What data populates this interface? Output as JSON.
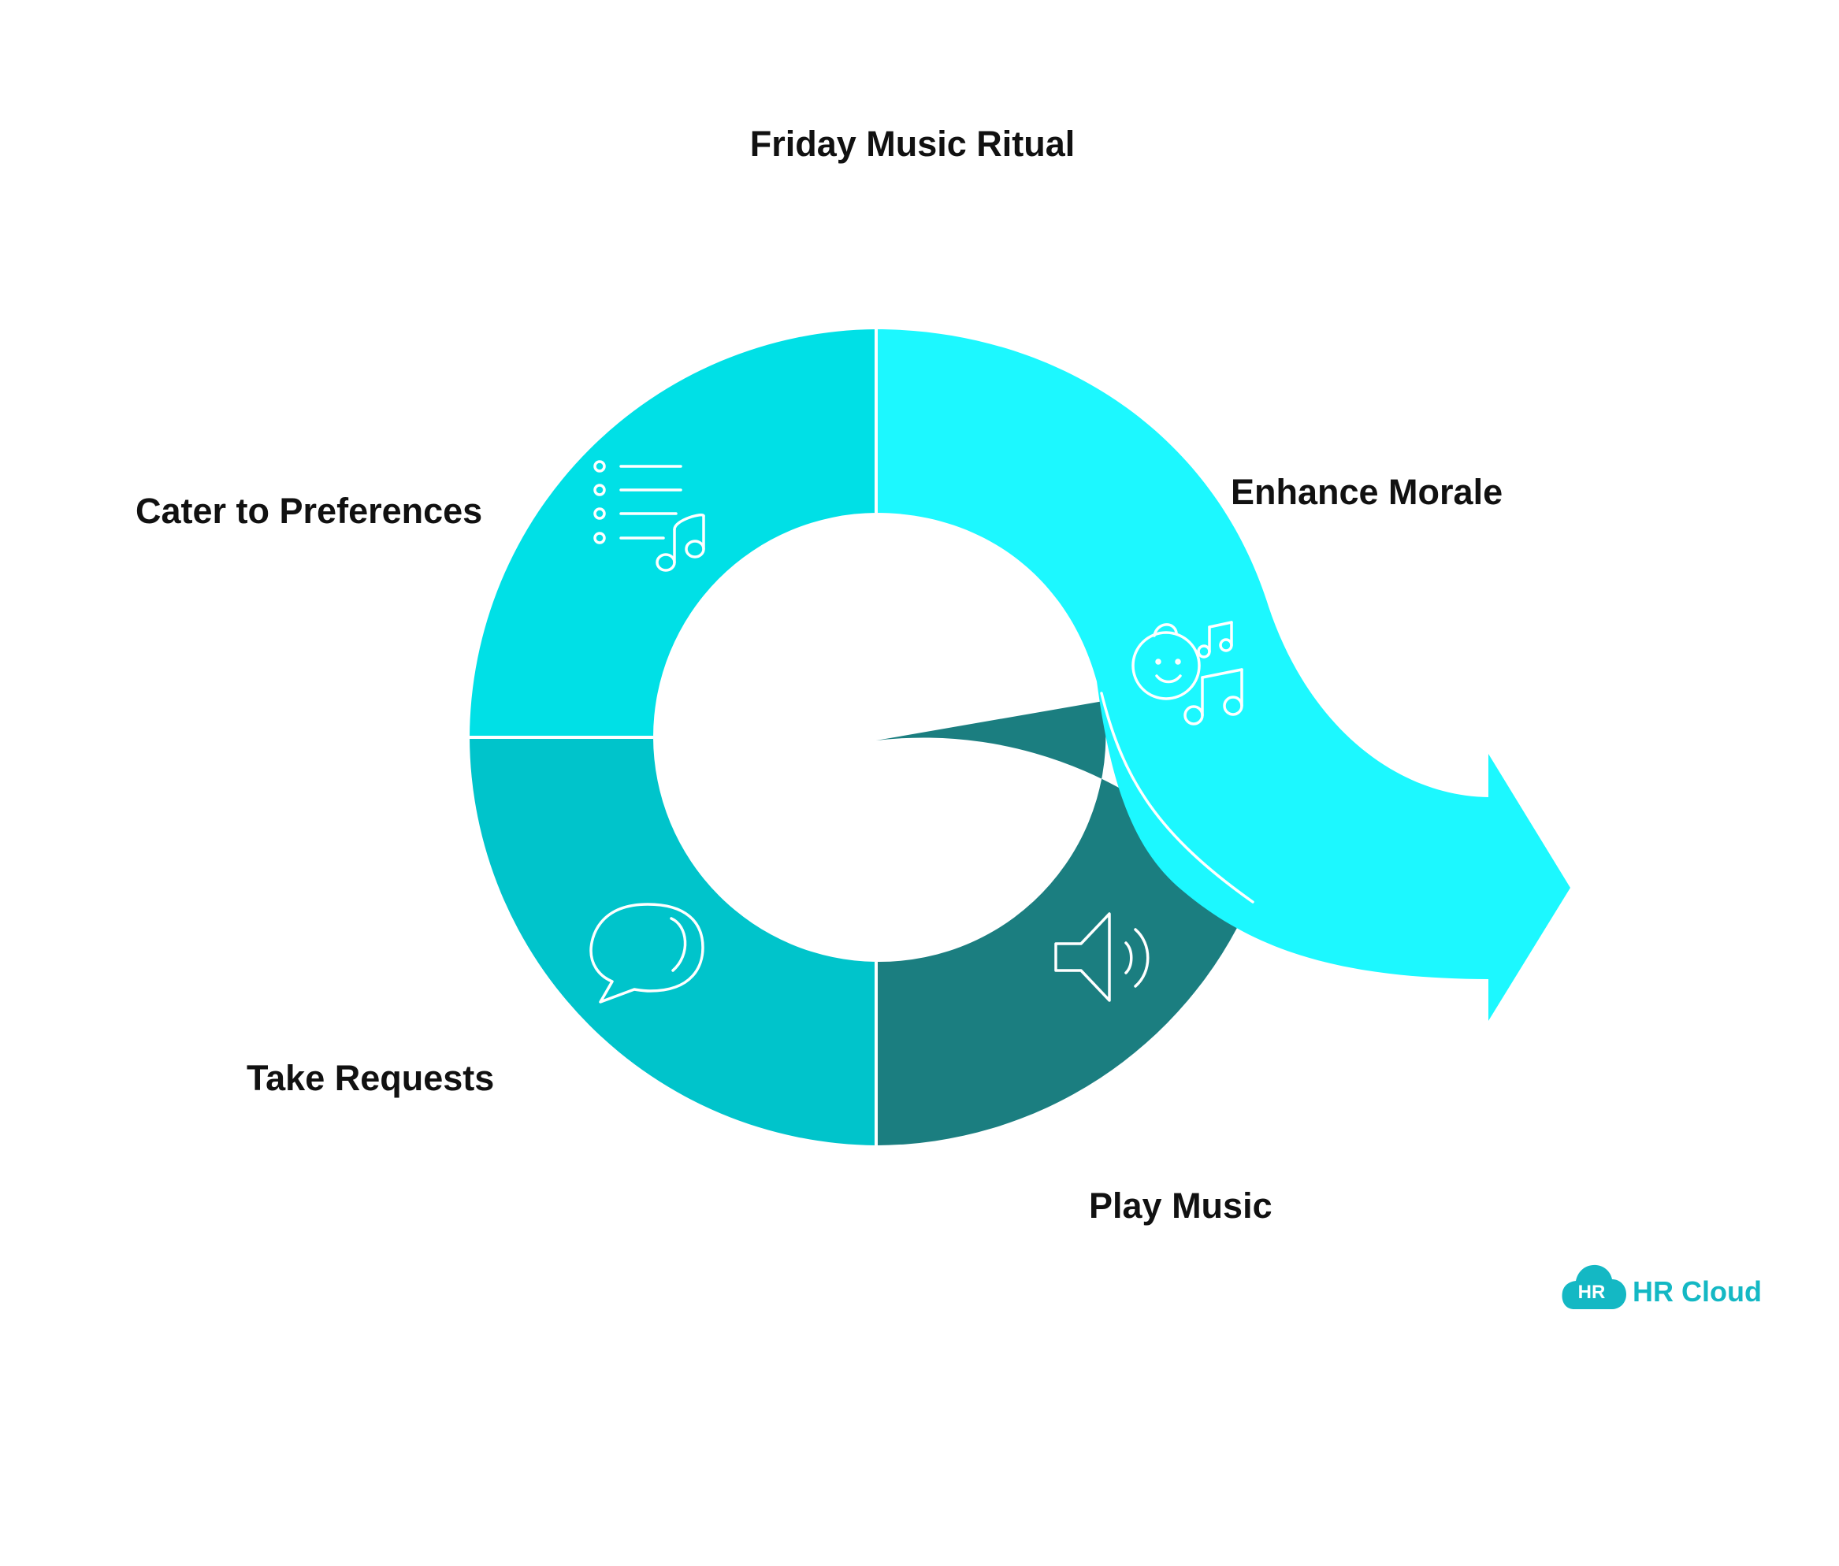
{
  "title": "Friday Music Ritual",
  "stages": [
    {
      "label": "Cater to Preferences",
      "icon": "playlist-music-icon",
      "color": "#00E0E6"
    },
    {
      "label": "Enhance Morale",
      "icon": "happy-face-music-icon",
      "color": "#1CF8FF"
    },
    {
      "label": "Play Music",
      "icon": "speaker-icon",
      "color": "#1B7E80"
    },
    {
      "label": "Take Requests",
      "icon": "chat-bubble-icon",
      "color": "#00C4CB"
    }
  ],
  "brand": {
    "badge": "HR",
    "name": "HR Cloud",
    "color": "#14B8C4"
  }
}
